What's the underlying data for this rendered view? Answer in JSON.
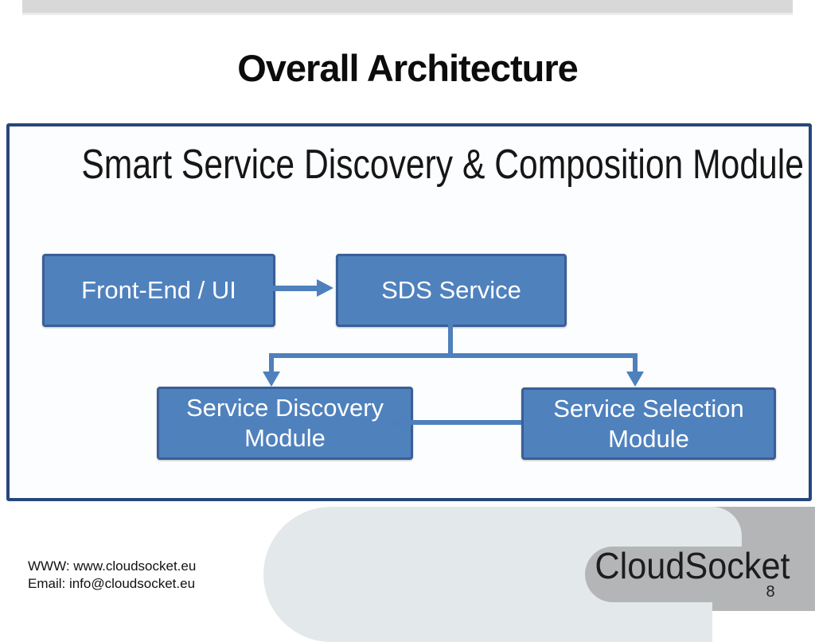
{
  "slide": {
    "title": "Overall Architecture",
    "page_number": "8"
  },
  "diagram": {
    "title": "Smart Service Discovery & Composition Module",
    "nodes": [
      {
        "id": "front_end_ui",
        "label": "Front-End / UI"
      },
      {
        "id": "sds_service",
        "label": "SDS Service"
      },
      {
        "id": "service_discovery_module",
        "label": "Service Discovery Module"
      },
      {
        "id": "service_selection_module",
        "label": "Service Selection Module"
      }
    ],
    "edges": [
      {
        "from": "front_end_ui",
        "to": "sds_service"
      },
      {
        "from": "sds_service",
        "to": "service_discovery_module"
      },
      {
        "from": "sds_service",
        "to": "service_selection_module"
      },
      {
        "from": "service_selection_module",
        "to": "service_discovery_module"
      }
    ]
  },
  "footer": {
    "www": "WWW: www.cloudsocket.eu",
    "email": "Email: info@cloudsocket.eu",
    "logo_text": "CloudSocket"
  },
  "colors": {
    "node_fill": "#4F81BD",
    "node_border": "#3A5F98",
    "arrow_blue": "#4E80BC",
    "panel_border": "#27477A",
    "top_bar_gray": "#D8D8D8",
    "swoosh_light_gray": "#E3E8EA",
    "swoosh_dark_gray": "#B4B5B7"
  }
}
